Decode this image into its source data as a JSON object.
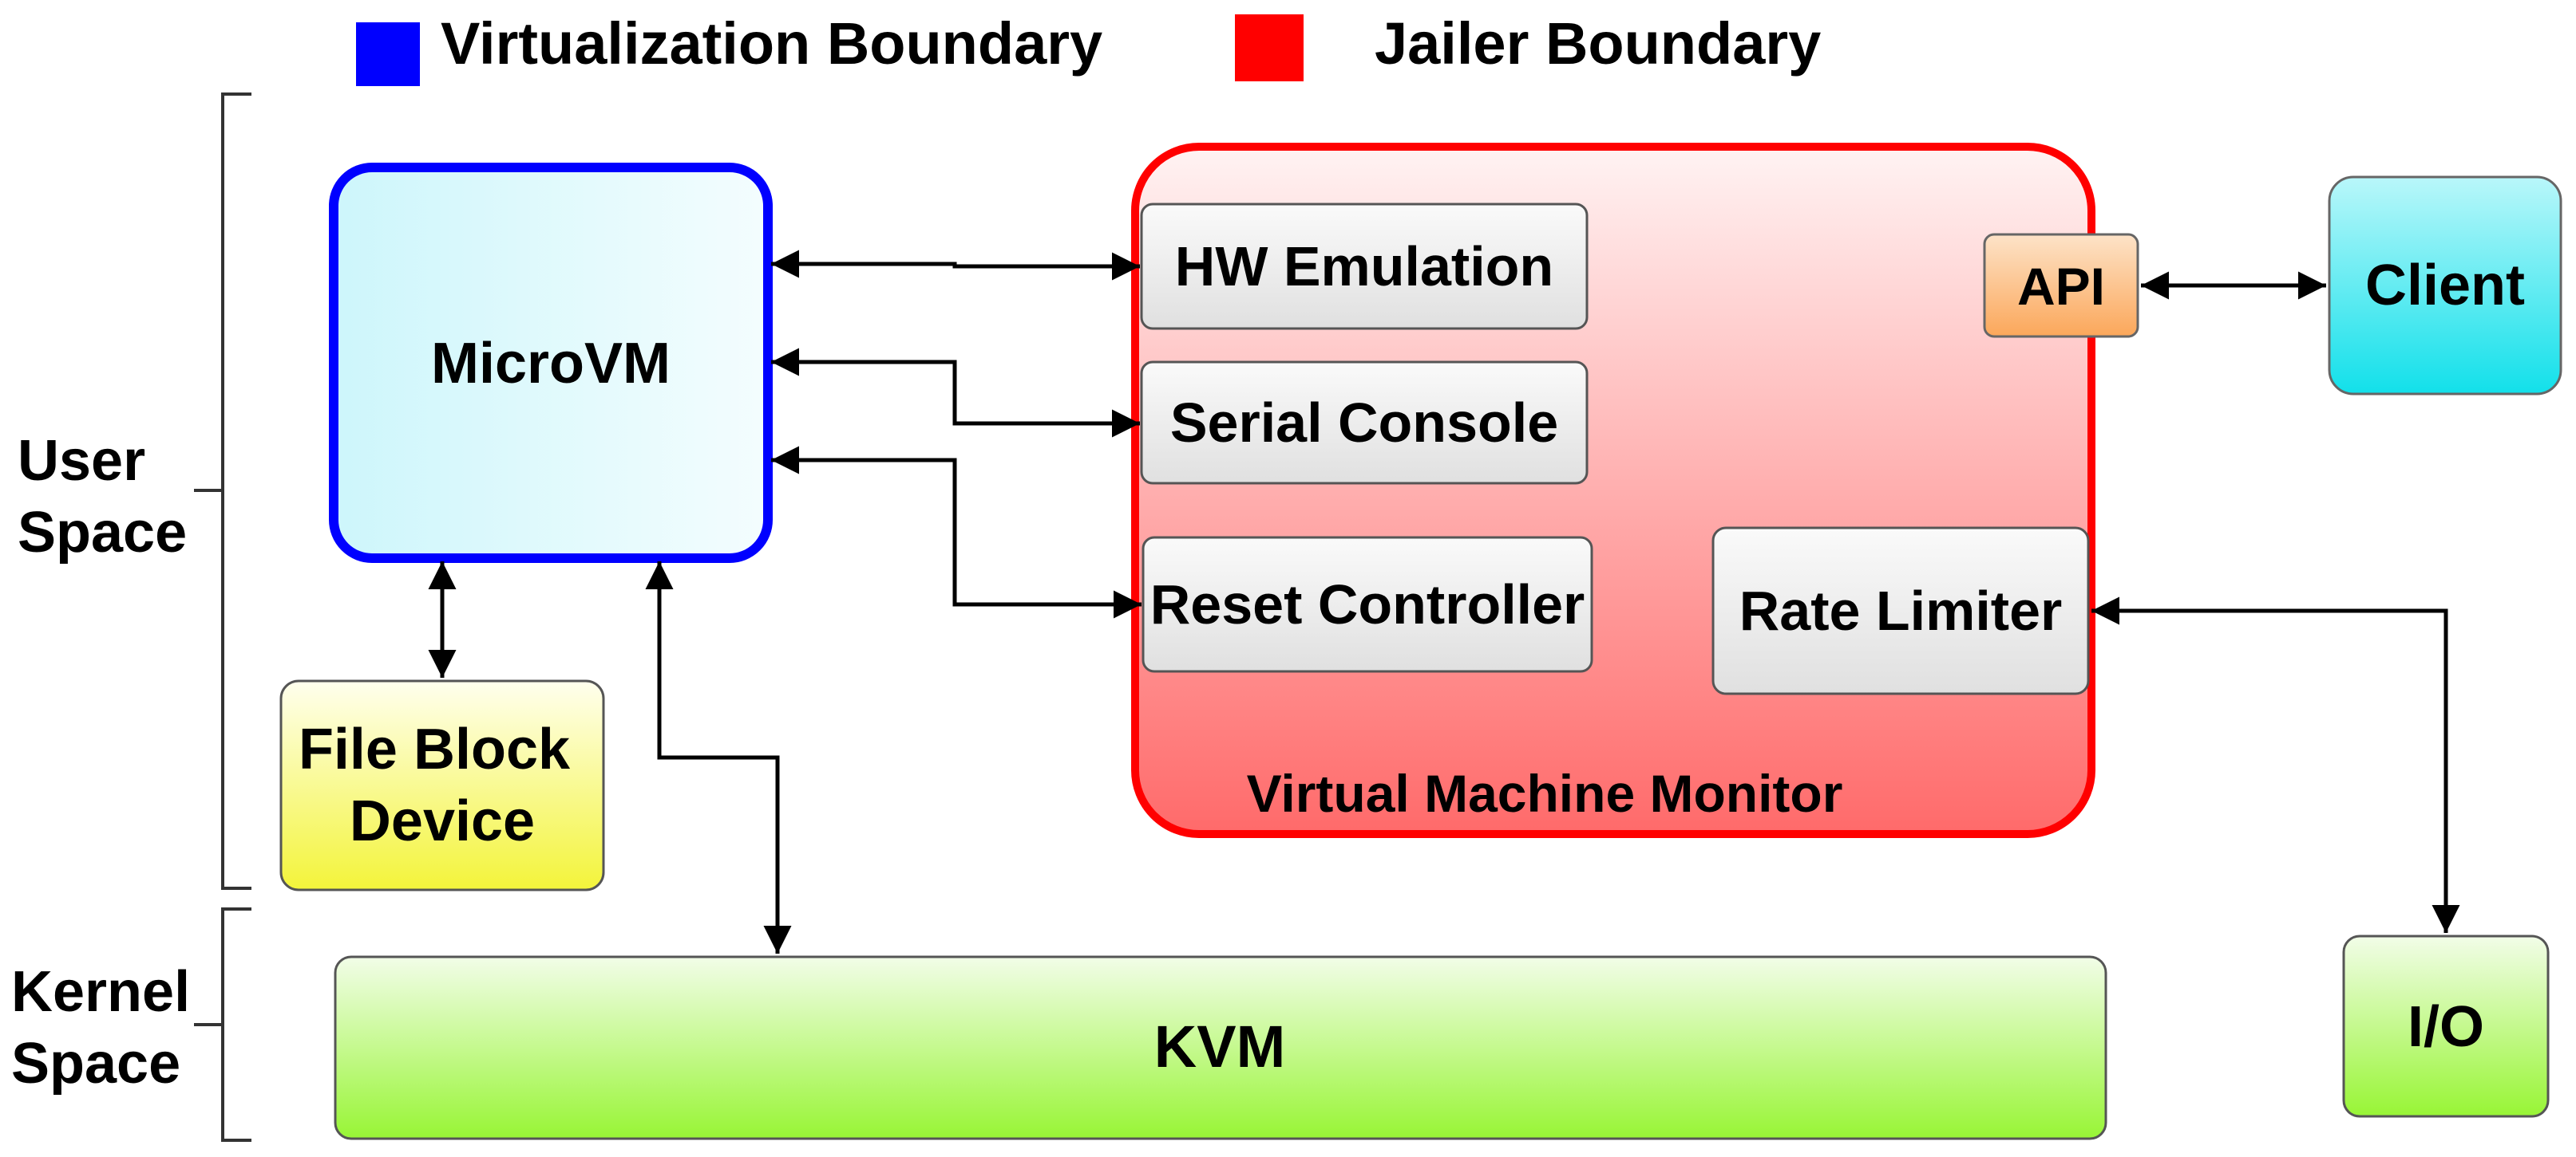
{
  "legend": {
    "virtualization": {
      "label": "Virtualization Boundary",
      "color": "#0000ff"
    },
    "jailer": {
      "label": "Jailer Boundary",
      "color": "#ff0000"
    }
  },
  "spaces": {
    "user": {
      "line1": "User",
      "line2": "Space"
    },
    "kernel": {
      "line1": "Kernel",
      "line2": "Space"
    }
  },
  "nodes": {
    "microvm": "MicroVM",
    "hw_emulation": "HW Emulation",
    "serial_console": "Serial Console",
    "reset_controller": "Reset Controller",
    "rate_limiter": "Rate Limiter",
    "api": "API",
    "client": "Client",
    "file_block_device": {
      "line1": "File Block",
      "line2": "Device"
    },
    "vmm": "Virtual Machine Monitor",
    "kvm": "KVM",
    "io": "I/O"
  },
  "colors": {
    "microvm_fill": "#cdf6fb",
    "vmm_fill_top": "#ffeeee",
    "vmm_fill_bottom": "#ff6666",
    "box_gray": "#ececec",
    "api_fill": "#fbb26a",
    "client_fill": "#19e2ea",
    "file_block_fill": "#f4f540",
    "green_fill": "#99ff33"
  }
}
